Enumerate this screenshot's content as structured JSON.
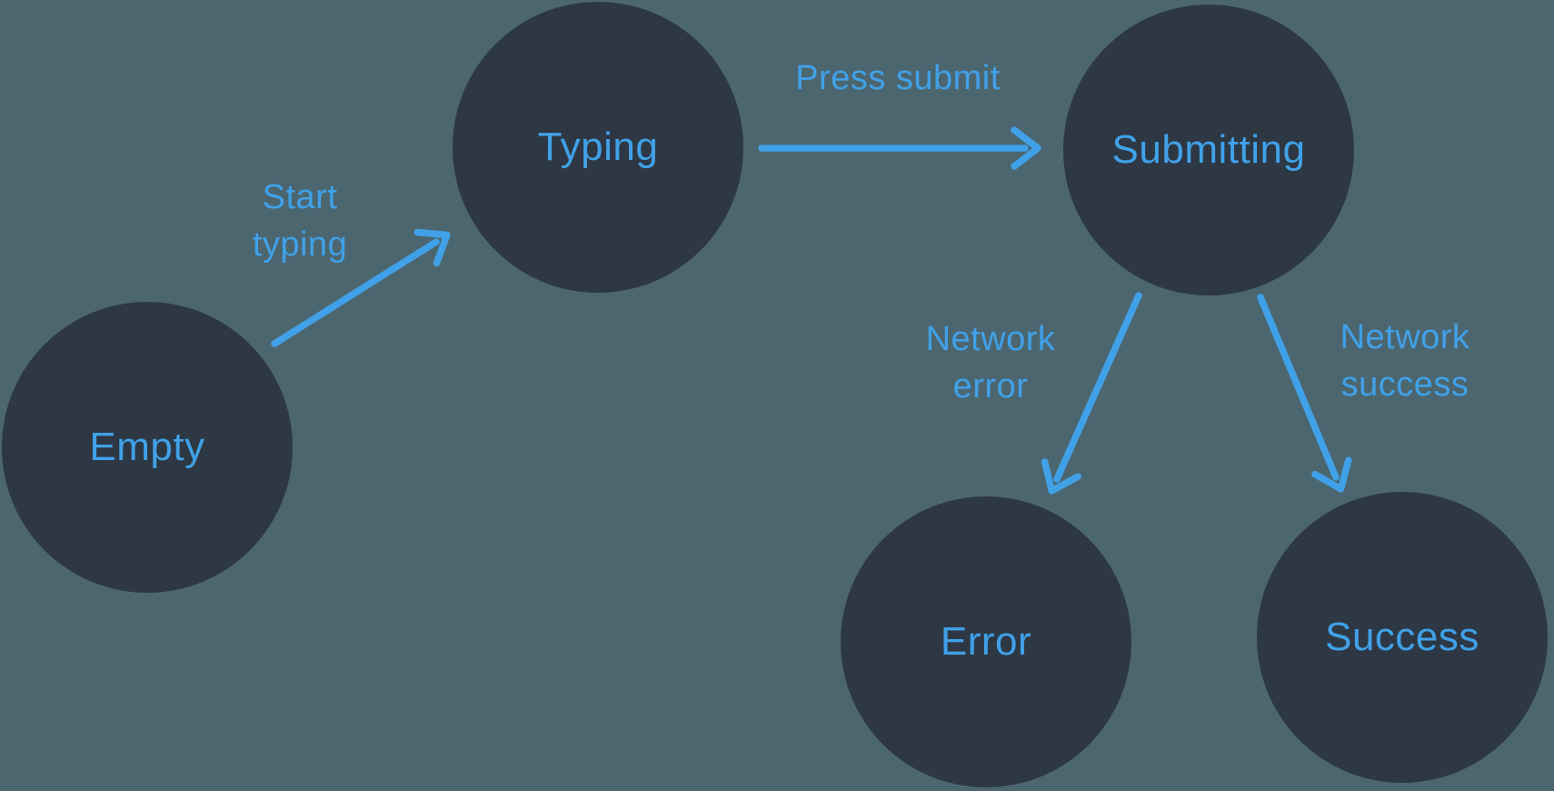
{
  "diagram": {
    "title": "form-submission-state-machine",
    "colors": {
      "background": "#4C6670",
      "node_fill": "#2D3844",
      "accent_blue": "#40A1E8"
    },
    "nodes": [
      {
        "id": "empty",
        "label": "Empty"
      },
      {
        "id": "typing",
        "label": "Typing"
      },
      {
        "id": "submitting",
        "label": "Submitting"
      },
      {
        "id": "error",
        "label": "Error"
      },
      {
        "id": "success",
        "label": "Success"
      }
    ],
    "edges": [
      {
        "from": "empty",
        "to": "typing",
        "label": "Start\ntyping"
      },
      {
        "from": "typing",
        "to": "submitting",
        "label": "Press submit"
      },
      {
        "from": "submitting",
        "to": "error",
        "label": "Network\nerror"
      },
      {
        "from": "submitting",
        "to": "success",
        "label": "Network\nsuccess"
      }
    ]
  }
}
